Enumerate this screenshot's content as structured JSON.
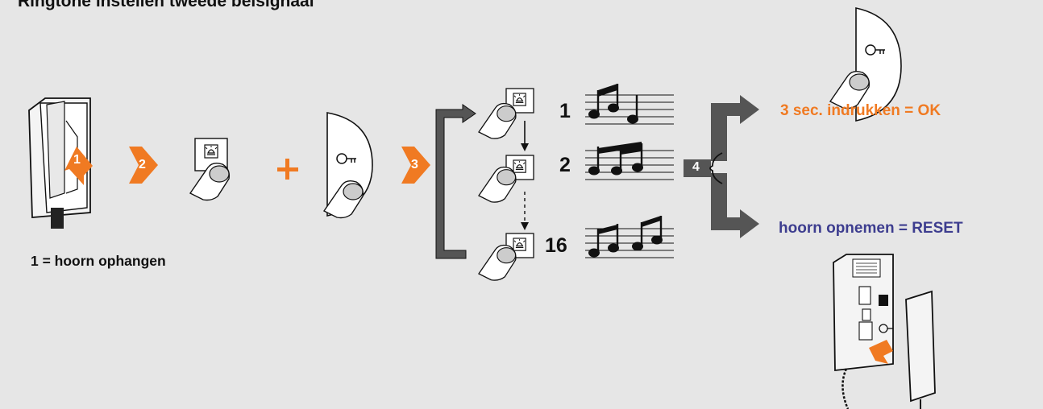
{
  "title": "Ringtone instellen tweede belsignaal",
  "caption_hang_up": "1 = hoorn ophangen",
  "step_badges": [
    "1",
    "2",
    "3",
    "4"
  ],
  "melody_numbers": [
    "1",
    "2",
    "16"
  ],
  "result_ok": "3 sec. indrukken = OK",
  "result_reset": "hoorn opnemen = RESET",
  "colors": {
    "accent_orange": "#f07a22",
    "reset_blue": "#3d3d8f",
    "arrow_gray": "#555555",
    "background": "#e6e6e6"
  },
  "icons": [
    "handset-icon",
    "bell-button-icon",
    "key-button-icon",
    "music-notes-icon",
    "intercom-icon"
  ]
}
